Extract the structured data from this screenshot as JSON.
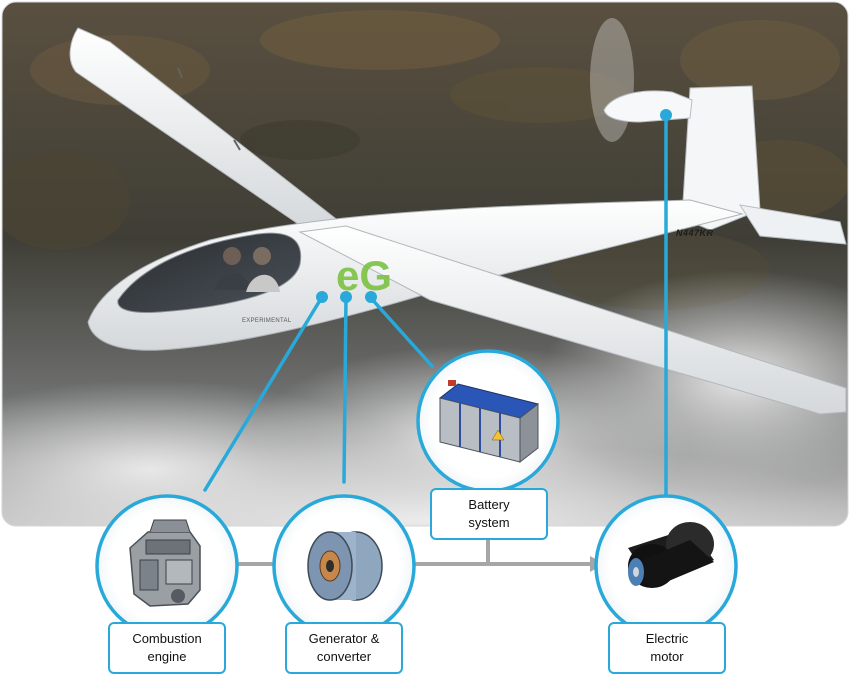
{
  "diagram": {
    "aircraft": {
      "registration": "N447KR",
      "fuselage_text": "EXPERIMENTAL",
      "logo_text": "eG"
    },
    "components": [
      {
        "id": "combustion",
        "lines": [
          "Combustion",
          "engine"
        ],
        "icon": "combustion-engine-icon"
      },
      {
        "id": "generator",
        "lines": [
          "Generator &",
          "converter"
        ],
        "icon": "generator-icon"
      },
      {
        "id": "battery",
        "lines": [
          "Battery",
          "system"
        ],
        "icon": "battery-pack-icon"
      },
      {
        "id": "motor",
        "lines": [
          "Electric",
          "motor"
        ],
        "icon": "electric-motor-icon"
      }
    ],
    "colors": {
      "accent": "#29a9d9",
      "connector": "#a6a6a6",
      "sky": "#4a4a44",
      "cloud": "#d9d9d9"
    }
  }
}
